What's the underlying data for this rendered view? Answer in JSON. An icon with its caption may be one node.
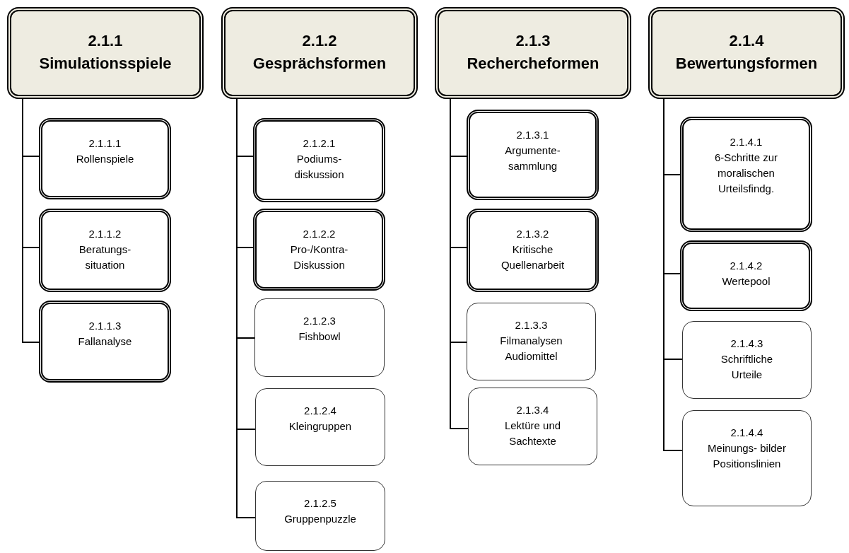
{
  "diagram": {
    "nodes": [
      {
        "text": [
          "2.1.1",
          "Simulationsspiele"
        ]
      },
      {
        "text": [
          "2.1.2",
          "Gesprächsformen"
        ]
      },
      {
        "text": [
          "2.1.3",
          "Rechercheformen"
        ]
      },
      {
        "text": [
          "2.1.4",
          "Bewertungsformen"
        ]
      },
      {
        "text": [
          "2.1.1.1",
          "Rollenspiele"
        ]
      },
      {
        "text": [
          "2.1.1.2",
          "Beratungs- situation"
        ]
      },
      {
        "text": [
          "2.1.1.3",
          "Fallanalyse"
        ]
      },
      {
        "text": [
          "2.1.2.1",
          "Podiums- diskussion"
        ]
      },
      {
        "text": [
          "2.1.2.2",
          "Pro-/Kontra- Diskussion"
        ]
      },
      {
        "text": [
          "2.1.2.3",
          "Fishbowl"
        ]
      },
      {
        "text": [
          "2.1.2.4",
          "Kleingruppen"
        ]
      },
      {
        "text": [
          "2.1.2.5",
          "Gruppenpuzzle"
        ]
      },
      {
        "text": [
          "2.1.3.1",
          "Argumente- sammlung"
        ]
      },
      {
        "text": [
          "2.1.3.2",
          "Kritische Quellenarbeit"
        ]
      },
      {
        "text": [
          "2.1.3.3",
          "Filmanalysen Audiomittel"
        ]
      },
      {
        "text": [
          "2.1.3.4",
          "Lektüre und Sachtexte"
        ]
      },
      {
        "text": [
          "2.1.4.1",
          "6-Schritte zur moralischen Urteilsfindg."
        ]
      },
      {
        "text": [
          "2.1.4.2",
          "Wertepool"
        ]
      },
      {
        "text": [
          "2.1.4.3",
          "Schriftliche Urteile"
        ]
      },
      {
        "text": [
          "2.1.4.4",
          "Meinungs- bilder Positionslinien"
        ]
      }
    ],
    "edges": [
      {
        "from": 0,
        "to": 4,
        "arrow": "none"
      },
      {
        "from": 0,
        "to": 5,
        "arrow": "none"
      },
      {
        "from": 0,
        "to": 6,
        "arrow": "none"
      },
      {
        "from": 1,
        "to": 7,
        "arrow": "none"
      },
      {
        "from": 1,
        "to": 8,
        "arrow": "none"
      },
      {
        "from": 1,
        "to": 9,
        "arrow": "none"
      },
      {
        "from": 1,
        "to": 10,
        "arrow": "none"
      },
      {
        "from": 1,
        "to": 11,
        "arrow": "none"
      },
      {
        "from": 2,
        "to": 12,
        "arrow": "none"
      },
      {
        "from": 2,
        "to": 13,
        "arrow": "none"
      },
      {
        "from": 2,
        "to": 14,
        "arrow": "none"
      },
      {
        "from": 2,
        "to": 15,
        "arrow": "none"
      },
      {
        "from": 3,
        "to": 16,
        "arrow": "none"
      },
      {
        "from": 3,
        "to": 17,
        "arrow": "none"
      },
      {
        "from": 3,
        "to": 18,
        "arrow": "none"
      },
      {
        "from": 3,
        "to": 19,
        "arrow": "none"
      }
    ]
  }
}
